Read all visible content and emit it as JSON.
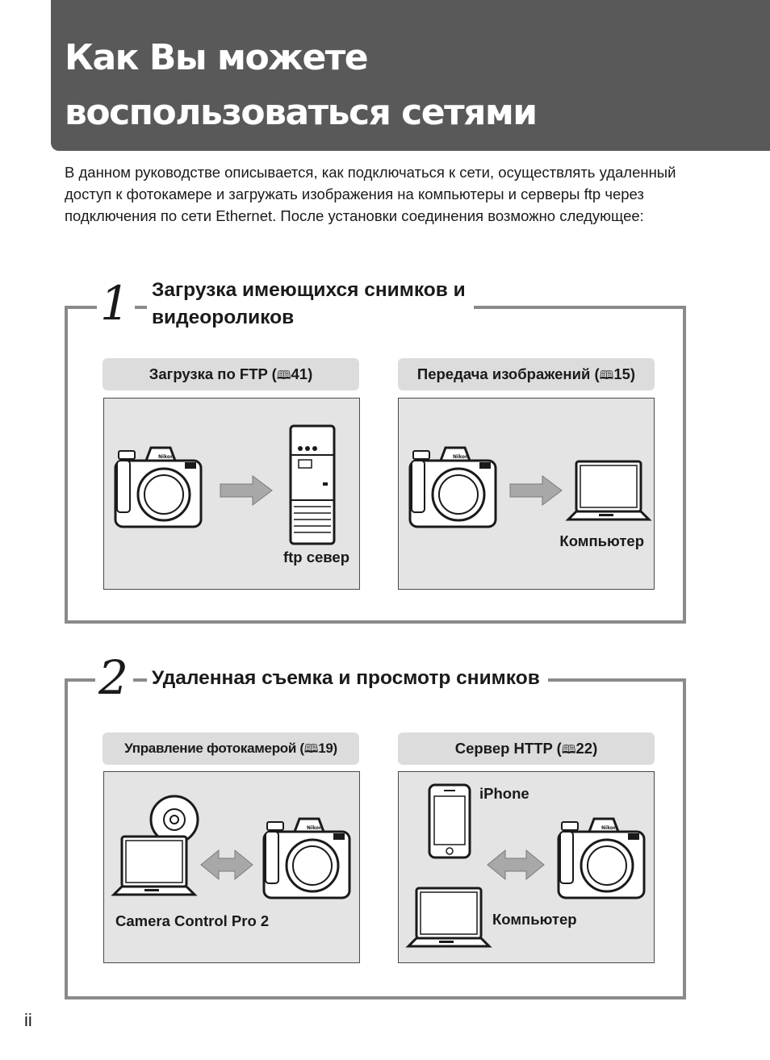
{
  "title": {
    "line1": "Как Вы можете",
    "line2": "воспользоваться сетями"
  },
  "intro": "В данном руководстве описывается, как подключаться к сети, осуществлять удаленный доступ к фотокамере и загружать изображения на компьютеры и серверы ftp через подключения по сети Ethernet. После установки соединения возможно следующее:",
  "page_number": "ii",
  "icons": {
    "book": "book-icon",
    "camera": "camera-icon",
    "server": "server-icon",
    "laptop": "laptop-icon",
    "phone": "phone-icon",
    "disc": "disc-icon",
    "arrow_right": "arrow-right-icon",
    "arrow_both": "arrow-both-icon"
  },
  "colors": {
    "title_bar": "#595959",
    "box_border": "#8a8a8a",
    "pill_bg": "#dcdcdc",
    "panel_bg": "#e4e4e4"
  },
  "sections": [
    {
      "number": "1",
      "heading_line1": "Загрузка имеющихся снимков и",
      "heading_line2": "видеороликов",
      "cards": [
        {
          "label": "Загрузка по FTP (",
          "page": "41",
          "close": ")",
          "device_label": "ftp север"
        },
        {
          "label": "Передача изображений (",
          "page": "15",
          "close": ")",
          "device_label": "Компьютер"
        }
      ]
    },
    {
      "number": "2",
      "heading": "Удаленная съемка и просмотр снимков",
      "cards": [
        {
          "label": "Управление фотокамерой (",
          "page": "19",
          "close": ")",
          "device_label": "Camera Control Pro 2"
        },
        {
          "label": "Сервер HTTP (",
          "page": "22",
          "close": ")",
          "device_label_top": "iPhone",
          "device_label_bottom": "Компьютер"
        }
      ]
    }
  ],
  "camera_brand": "Nikon"
}
